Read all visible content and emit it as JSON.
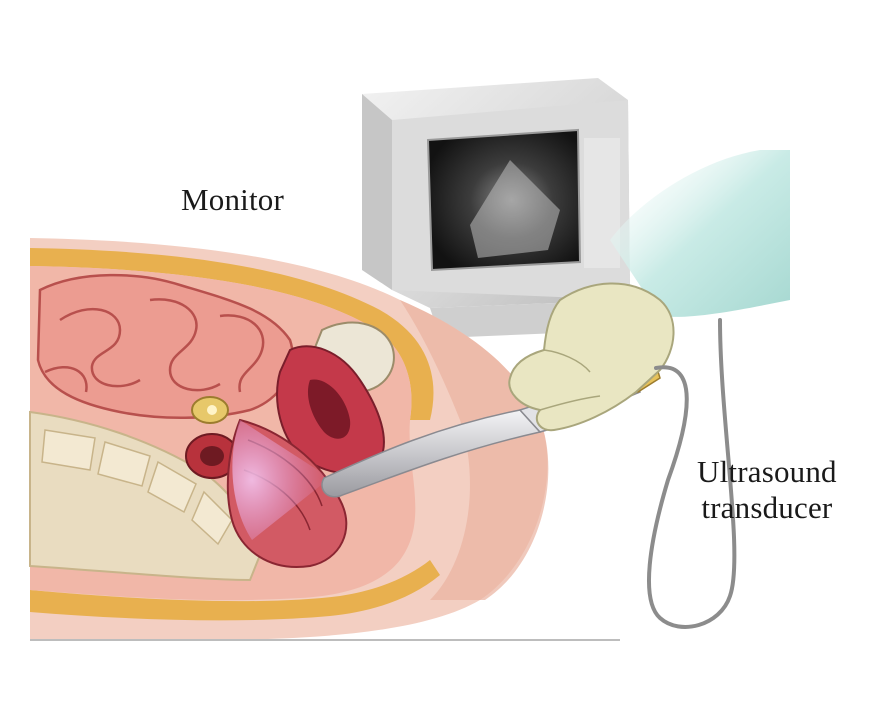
{
  "labels": {
    "monitor": "Monitor",
    "transducer_line1": "Ultrasound",
    "transducer_line2": "transducer"
  },
  "colors": {
    "background": "#ffffff",
    "skin": "#f1c4b4",
    "tissue": "#d97068",
    "organ_dark": "#9c2d3a",
    "intestine": "#ec9c91",
    "fat": "#e8b04f",
    "bone": "#e9dcc0",
    "monitor_body": "#d9d9d9",
    "screen": "#1d1d1d",
    "glove": "#e9e6c2",
    "probe": "#d7d7d9",
    "cable": "#8c8c8c",
    "sleeve": "#bfe3df",
    "label_text": "#1a1a1a"
  }
}
